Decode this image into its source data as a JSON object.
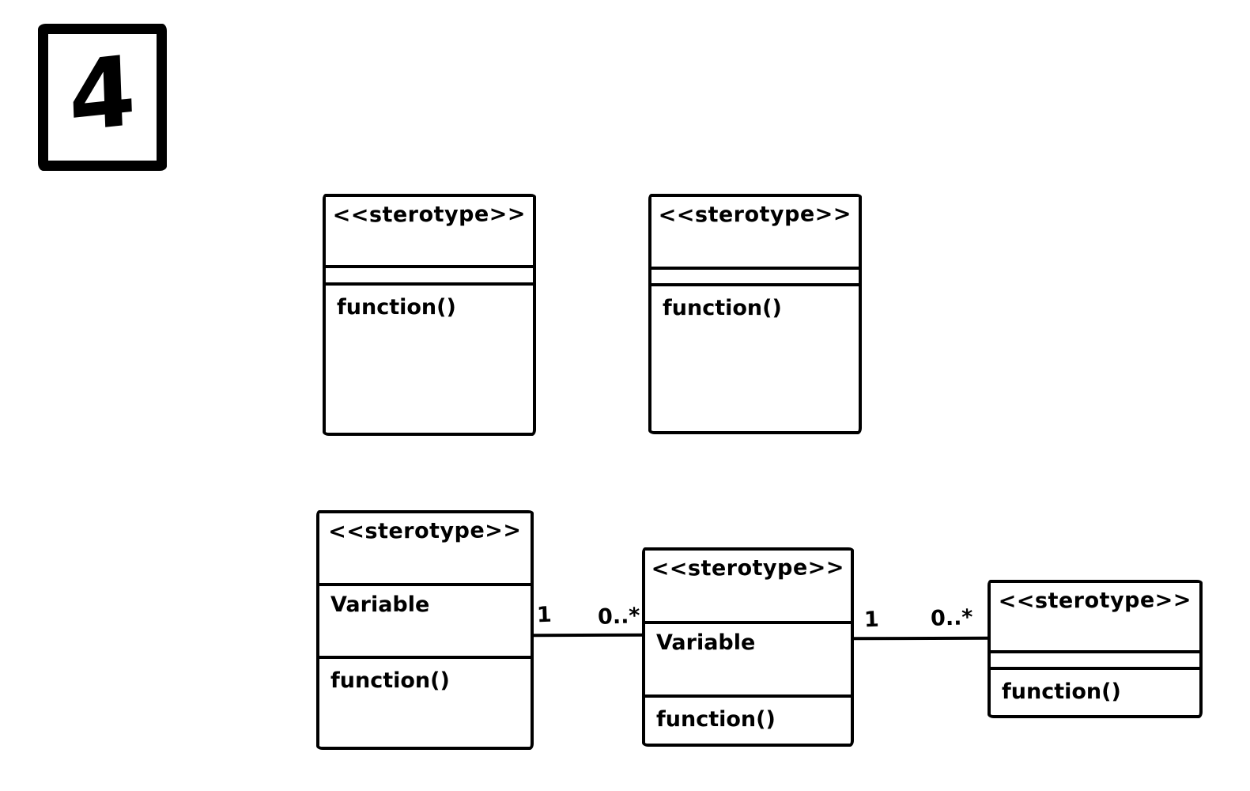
{
  "page": {
    "label": "4"
  },
  "diagram": {
    "colors": {
      "stroke": "#000000",
      "background": "#ffffff"
    },
    "classes": [
      {
        "id": "class-top-left",
        "stereotype": "<<sterotype>>",
        "attributes": [],
        "methods": [
          "function()"
        ]
      },
      {
        "id": "class-top-right",
        "stereotype": "<<sterotype>>",
        "attributes": [],
        "methods": [
          "function()"
        ]
      },
      {
        "id": "class-bottom-left",
        "stereotype": "<<sterotype>>",
        "attributes": [
          "Variable"
        ],
        "methods": [
          "function()"
        ]
      },
      {
        "id": "class-bottom-middle",
        "stereotype": "<<sterotype>>",
        "attributes": [
          "Variable"
        ],
        "methods": [
          "function()"
        ]
      },
      {
        "id": "class-bottom-right",
        "stereotype": "<<sterotype>>",
        "attributes": [],
        "methods": [
          "function()"
        ]
      }
    ],
    "associations": [
      {
        "from": "class-bottom-left",
        "to": "class-bottom-middle",
        "from_multiplicity": "1",
        "to_multiplicity": "0..*"
      },
      {
        "from": "class-bottom-middle",
        "to": "class-bottom-right",
        "from_multiplicity": "1",
        "to_multiplicity": "0..*"
      }
    ]
  }
}
